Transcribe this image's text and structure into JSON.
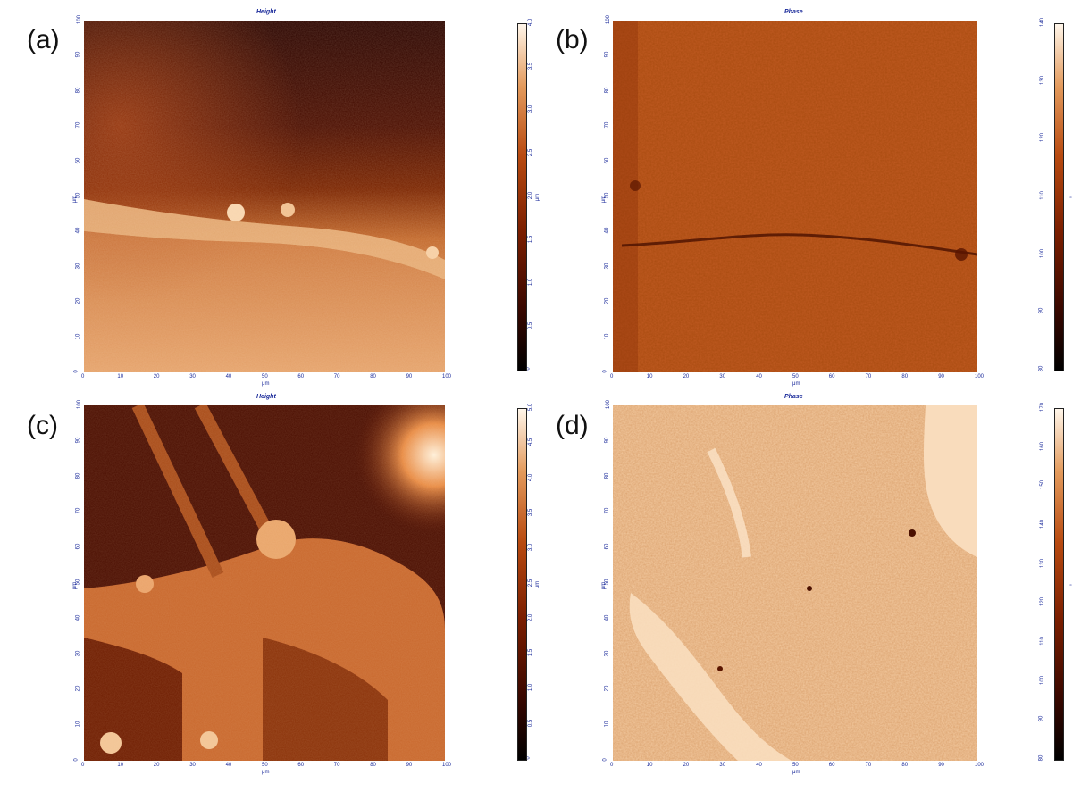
{
  "panels": {
    "a": {
      "label": "(a)",
      "title": "Height",
      "axis_unit": "μm",
      "cbar_unit": "μm",
      "ticks": [
        "0",
        "10",
        "20",
        "30",
        "40",
        "50",
        "60",
        "70",
        "80",
        "90",
        "100"
      ],
      "cbar_ticks": [
        "0",
        "0.5",
        "1.0",
        "1.5",
        "2.0",
        "2.5",
        "3.0",
        "3.5",
        "4.0"
      ]
    },
    "b": {
      "label": "(b)",
      "title": "Phase",
      "axis_unit": "μm",
      "cbar_unit": "°",
      "ticks": [
        "0",
        "10",
        "20",
        "30",
        "40",
        "50",
        "60",
        "70",
        "80",
        "90",
        "100"
      ],
      "cbar_ticks": [
        "80",
        "90",
        "100",
        "110",
        "120",
        "130",
        "140"
      ]
    },
    "c": {
      "label": "(c)",
      "title": "Height",
      "axis_unit": "μm",
      "cbar_unit": "μm",
      "ticks": [
        "0",
        "10",
        "20",
        "30",
        "40",
        "50",
        "60",
        "70",
        "80",
        "90",
        "100"
      ],
      "cbar_ticks": [
        "0",
        "0.5",
        "1.0",
        "1.5",
        "2.0",
        "2.5",
        "3.0",
        "3.5",
        "4.0",
        "4.5",
        "5.0"
      ]
    },
    "d": {
      "label": "(d)",
      "title": "Phase",
      "axis_unit": "μm",
      "cbar_unit": "°",
      "ticks": [
        "0",
        "10",
        "20",
        "30",
        "40",
        "50",
        "60",
        "70",
        "80",
        "90",
        "100"
      ],
      "cbar_ticks": [
        "80",
        "90",
        "100",
        "110",
        "120",
        "130",
        "140",
        "150",
        "160",
        "170"
      ]
    }
  },
  "colors": {
    "dark": "#2a0400",
    "mid": "#a8440f",
    "light": "#f6c79c",
    "axis_text": "#1a2a9a"
  }
}
